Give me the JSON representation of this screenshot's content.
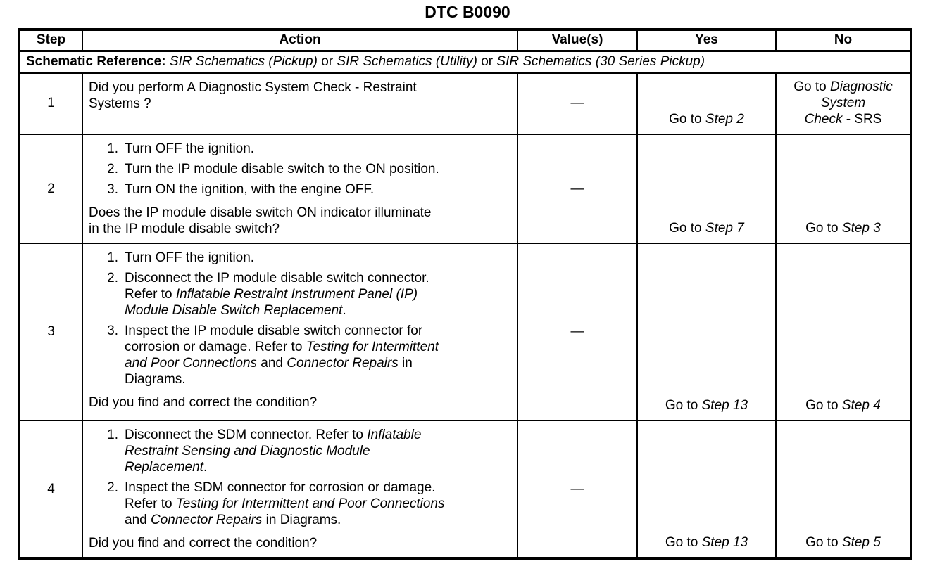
{
  "page": {
    "title": "DTC B0090"
  },
  "table": {
    "headers": [
      "Step",
      "Action",
      "Value(s)",
      "Yes",
      "No"
    ],
    "schematic": {
      "label": "Schematic Reference:",
      "segments": [
        {
          "t": " ",
          "i": false
        },
        {
          "t": "SIR Schematics (Pickup)",
          "i": true
        },
        {
          "t": " or ",
          "i": false
        },
        {
          "t": "SIR Schematics (Utility)",
          "i": true
        },
        {
          "t": " or ",
          "i": false
        },
        {
          "t": "SIR Schematics (30 Series Pickup)",
          "i": true
        }
      ]
    },
    "rows": [
      {
        "step": "1",
        "action": [
          {
            "type": "para",
            "segments": [
              {
                "t": "Did you perform A Diagnostic System Check - Restraint",
                "i": false
              },
              {
                "br": true
              },
              {
                "t": "Systems ?",
                "i": false
              }
            ]
          }
        ],
        "value": "—",
        "yes": [
          {
            "t": "Go to ",
            "i": false
          },
          {
            "t": "Step 2",
            "i": true
          }
        ],
        "no": [
          {
            "t": "Go to ",
            "i": false
          },
          {
            "t": "Diagnostic",
            "i": true
          },
          {
            "br": true
          },
          {
            "t": "System",
            "i": true
          },
          {
            "br": true
          },
          {
            "t": "Check",
            "i": true
          },
          {
            "t": " - SRS",
            "i": false
          }
        ]
      },
      {
        "step": "2",
        "action": [
          {
            "type": "list",
            "items": [
              [
                {
                  "t": "Turn OFF the ignition.",
                  "i": false
                }
              ],
              [
                {
                  "t": "Turn the IP module disable switch to the ON position.",
                  "i": false
                }
              ],
              [
                {
                  "t": "Turn ON the ignition, with the engine OFF.",
                  "i": false
                }
              ]
            ]
          },
          {
            "type": "para",
            "segments": [
              {
                "t": "Does the IP module disable switch ON indicator illuminate",
                "i": false
              },
              {
                "br": true
              },
              {
                "t": "in the IP module disable switch?",
                "i": false
              }
            ]
          }
        ],
        "value": "—",
        "yes": [
          {
            "t": "Go to ",
            "i": false
          },
          {
            "t": "Step 7",
            "i": true
          }
        ],
        "no": [
          {
            "t": "Go to ",
            "i": false
          },
          {
            "t": "Step 3",
            "i": true
          }
        ]
      },
      {
        "step": "3",
        "action": [
          {
            "type": "list",
            "items": [
              [
                {
                  "t": "Turn OFF the ignition.",
                  "i": false
                }
              ],
              [
                {
                  "t": "Disconnect the IP module disable switch connector.",
                  "i": false
                },
                {
                  "br": true
                },
                {
                  "t": "Refer to ",
                  "i": false
                },
                {
                  "t": "Inflatable Restraint Instrument Panel (IP)",
                  "i": true
                },
                {
                  "br": true
                },
                {
                  "t": "Module Disable Switch Replacement",
                  "i": true
                },
                {
                  "t": ".",
                  "i": false
                }
              ],
              [
                {
                  "t": "Inspect the IP module disable switch connector for",
                  "i": false
                },
                {
                  "br": true
                },
                {
                  "t": "corrosion or damage. Refer to ",
                  "i": false
                },
                {
                  "t": "Testing for Intermittent",
                  "i": true
                },
                {
                  "br": true
                },
                {
                  "t": "and Poor Connections",
                  "i": true
                },
                {
                  "t": " and ",
                  "i": false
                },
                {
                  "t": "Connector Repairs",
                  "i": true
                },
                {
                  "t": " in",
                  "i": false
                },
                {
                  "br": true
                },
                {
                  "t": "Diagrams.",
                  "i": false
                }
              ]
            ]
          },
          {
            "type": "para",
            "segments": [
              {
                "t": "Did you find and correct the condition?",
                "i": false
              }
            ]
          }
        ],
        "value": "—",
        "yes": [
          {
            "t": "Go to ",
            "i": false
          },
          {
            "t": "Step 13",
            "i": true
          }
        ],
        "no": [
          {
            "t": "Go to ",
            "i": false
          },
          {
            "t": "Step 4",
            "i": true
          }
        ]
      },
      {
        "step": "4",
        "action": [
          {
            "type": "list",
            "items": [
              [
                {
                  "t": "Disconnect the SDM connector. Refer to ",
                  "i": false
                },
                {
                  "t": "Inflatable",
                  "i": true
                },
                {
                  "br": true
                },
                {
                  "t": "Restraint Sensing and Diagnostic Module",
                  "i": true
                },
                {
                  "br": true
                },
                {
                  "t": "Replacement",
                  "i": true
                },
                {
                  "t": ".",
                  "i": false
                }
              ],
              [
                {
                  "t": "Inspect the SDM connector for corrosion or damage.",
                  "i": false
                },
                {
                  "br": true
                },
                {
                  "t": "Refer to ",
                  "i": false
                },
                {
                  "t": "Testing for Intermittent and Poor Connections",
                  "i": true
                },
                {
                  "br": true
                },
                {
                  "t": "and ",
                  "i": false
                },
                {
                  "t": "Connector Repairs",
                  "i": true
                },
                {
                  "t": " in Diagrams.",
                  "i": false
                }
              ]
            ]
          },
          {
            "type": "para",
            "segments": [
              {
                "t": "Did you find and correct the condition?",
                "i": false
              }
            ]
          }
        ],
        "value": "—",
        "yes": [
          {
            "t": "Go to ",
            "i": false
          },
          {
            "t": "Step 13",
            "i": true
          }
        ],
        "no": [
          {
            "t": "Go to ",
            "i": false
          },
          {
            "t": "Step 5",
            "i": true
          }
        ]
      }
    ]
  }
}
